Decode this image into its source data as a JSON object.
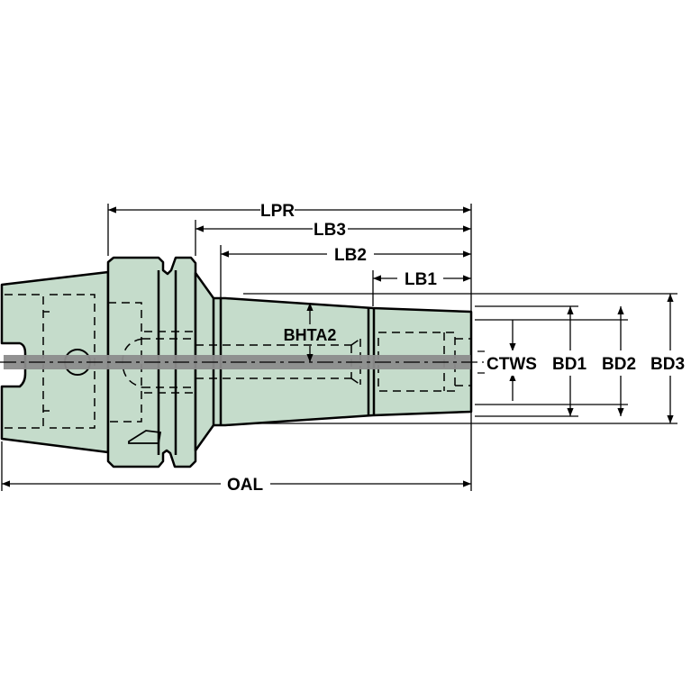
{
  "colors": {
    "body_fill": "#c5dccb",
    "outline": "#000000",
    "axis_band": "#8c8c8c",
    "background": "#ffffff"
  },
  "labels": {
    "lpr": "LPR",
    "lb3": "LB3",
    "lb2": "LB2",
    "lb1": "LB1",
    "bhta2": "BHTA2",
    "oal": "OAL",
    "ctws": "CTWS",
    "bd1": "BD1",
    "bd2": "BD2",
    "bd3": "BD3"
  }
}
